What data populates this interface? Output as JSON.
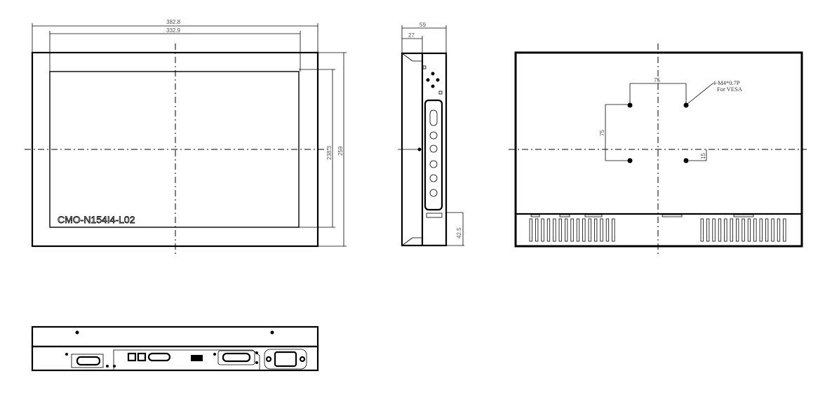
{
  "front_view": {
    "model_label": "CMO-N154I4-L02",
    "dimensions": {
      "overall_width": "382.8",
      "display_width": "332.9",
      "display_height": "238.3",
      "overall_height": "259"
    }
  },
  "side_view": {
    "dimensions": {
      "overall_depth": "59",
      "bezel_depth": "27",
      "bottom_step": "42.5"
    }
  },
  "back_view": {
    "dimensions": {
      "vesa_horizontal": "75",
      "vesa_vertical": "75",
      "offset": "15"
    },
    "vesa_note_line1": "4-M4*0.7P",
    "vesa_note_line2": "For VESA"
  }
}
